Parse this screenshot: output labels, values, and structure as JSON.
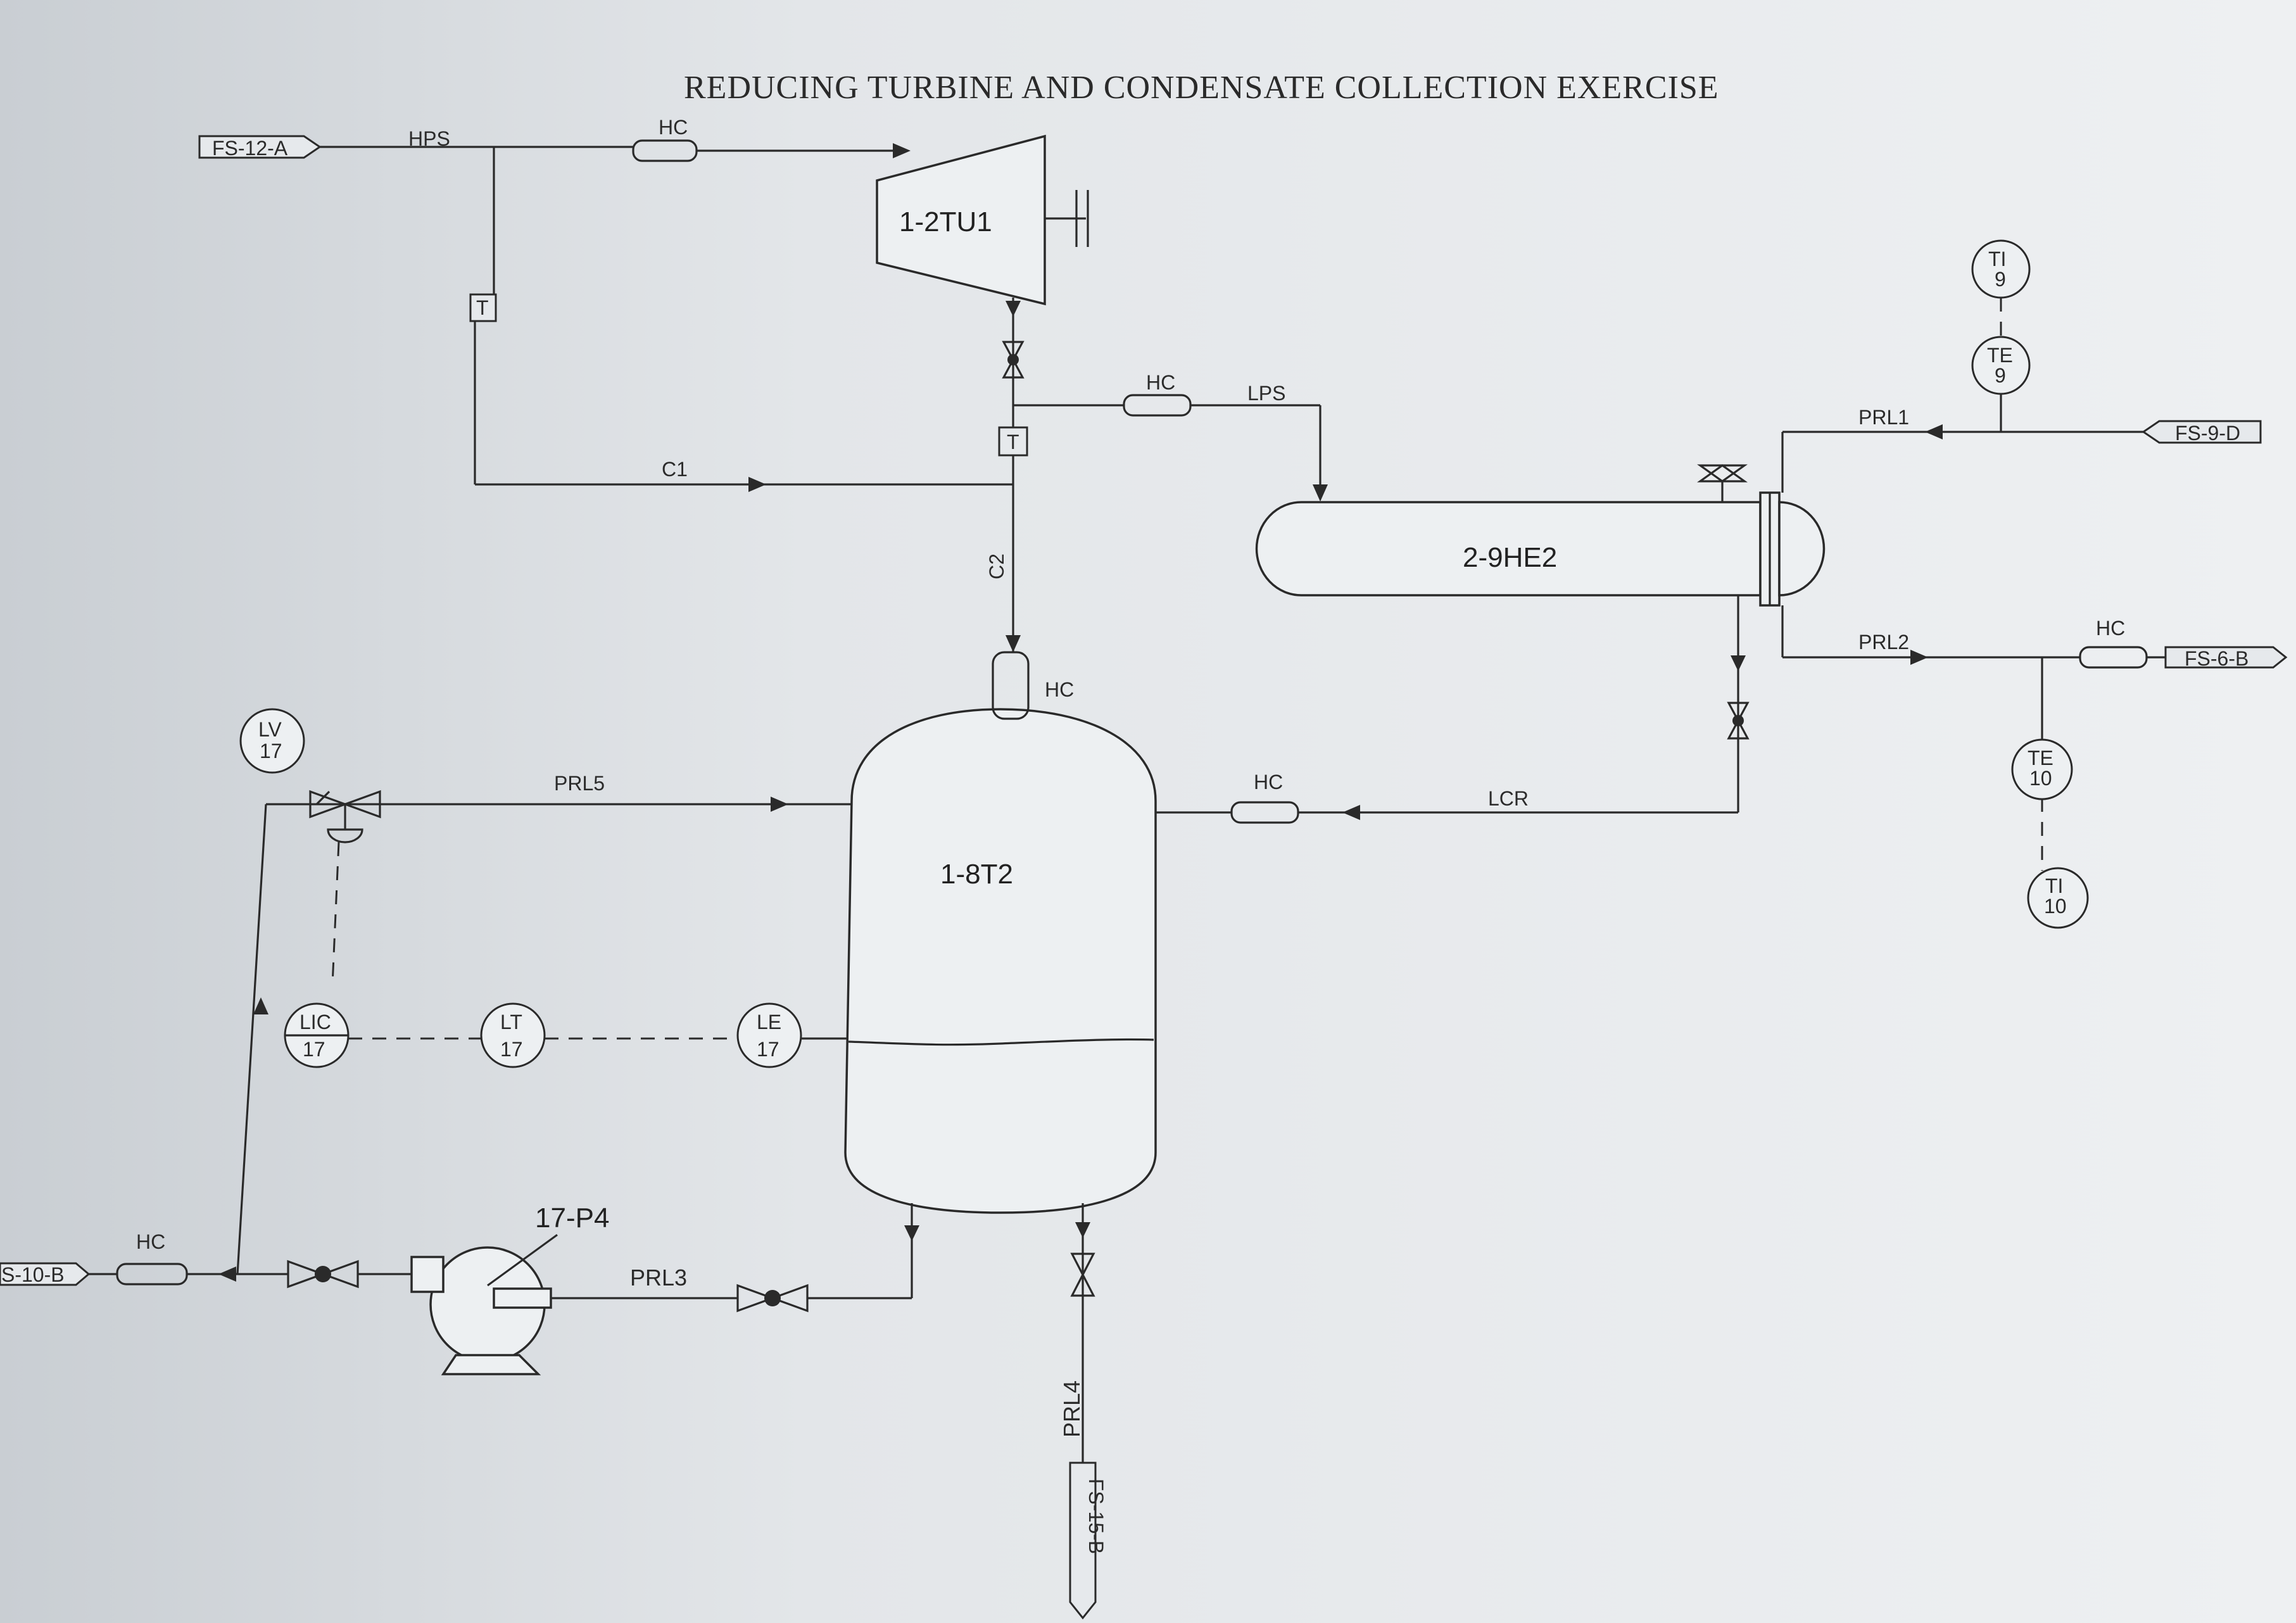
{
  "title": "REDUCING TURBINE AND CONDENSATE COLLECTION EXERCISE",
  "equipment": {
    "turbine": "1-2TU1",
    "tank": "1-8T2",
    "heat_exchanger": "2-9HE2",
    "pump": "17-P4"
  },
  "offpage_connectors": {
    "hps_source": "FS-12-A",
    "prl1_source": "FS-9-D",
    "prl2_dest": "FS-6-B",
    "prl3_dest": "S-10-B",
    "prl4_dest": "FS-15-B"
  },
  "line_labels": {
    "hps": "HPS",
    "lps": "LPS",
    "c1": "C1",
    "c2": "C2",
    "lcr": "LCR",
    "prl1": "PRL1",
    "prl2": "PRL2",
    "prl3": "PRL3",
    "prl4": "PRL4",
    "prl5": "PRL5",
    "hc": "HC",
    "trap": "T"
  },
  "instruments": {
    "ti9": {
      "letters": "TI",
      "num": "9"
    },
    "te9": {
      "letters": "TE",
      "num": "9"
    },
    "te10": {
      "letters": "TE",
      "num": "10"
    },
    "ti10": {
      "letters": "TI",
      "num": "10"
    },
    "lv17": {
      "letters": "LV",
      "num": "17"
    },
    "lic17": {
      "letters": "LIC",
      "num": "17"
    },
    "lt17": {
      "letters": "LT",
      "num": "17"
    },
    "le17": {
      "letters": "LE",
      "num": "17"
    }
  }
}
